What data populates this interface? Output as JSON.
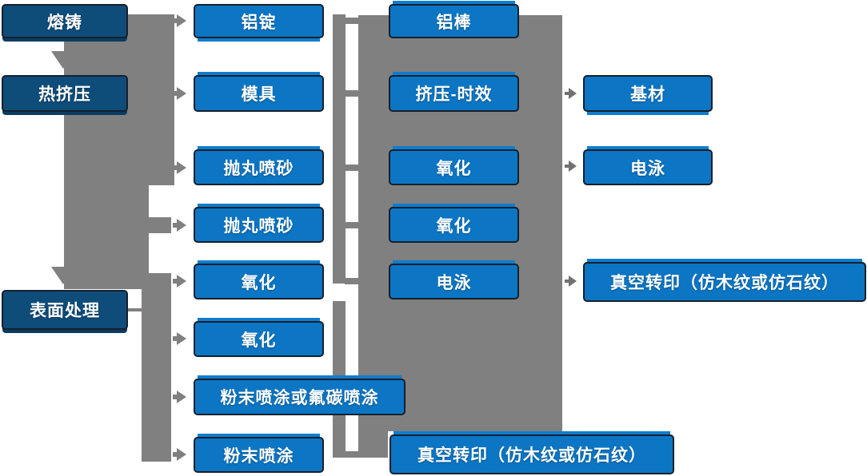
{
  "diagram_title": "aluminum-profile-process-flow",
  "nodes": {
    "melt": "熔铸",
    "hot_extrusion": "热挤压",
    "surface_treatment": "表面处理",
    "ingot": "铝锭",
    "mold": "模具",
    "shot_blast_1": "抛丸喷砂",
    "shot_blast_2": "抛丸喷砂",
    "oxidation_1": "氧化",
    "oxidation_2": "氧化",
    "powder_fluorocarbon": "粉末喷涂或氟碳喷涂",
    "powder": "粉末喷涂",
    "rod": "铝棒",
    "extrusion_aging": "挤压-时效",
    "oxidation_3": "氧化",
    "oxidation_4": "氧化",
    "electrophoresis_1": "电泳",
    "vacuum_transfer_1": "真空转印（仿木纹或仿石纹）",
    "substrate": "基材",
    "electrophoresis_2": "电泳",
    "vacuum_transfer_2": "真空转印（仿木纹或仿石纹）"
  },
  "colors": {
    "node_blue": "#0C76C4",
    "node_dark_navy": "#0E4C7A",
    "connector_gray": "#808080",
    "small_arrow_gray": "#6F7173",
    "text": "#FFFFFF",
    "background": "#FFFFFF"
  }
}
